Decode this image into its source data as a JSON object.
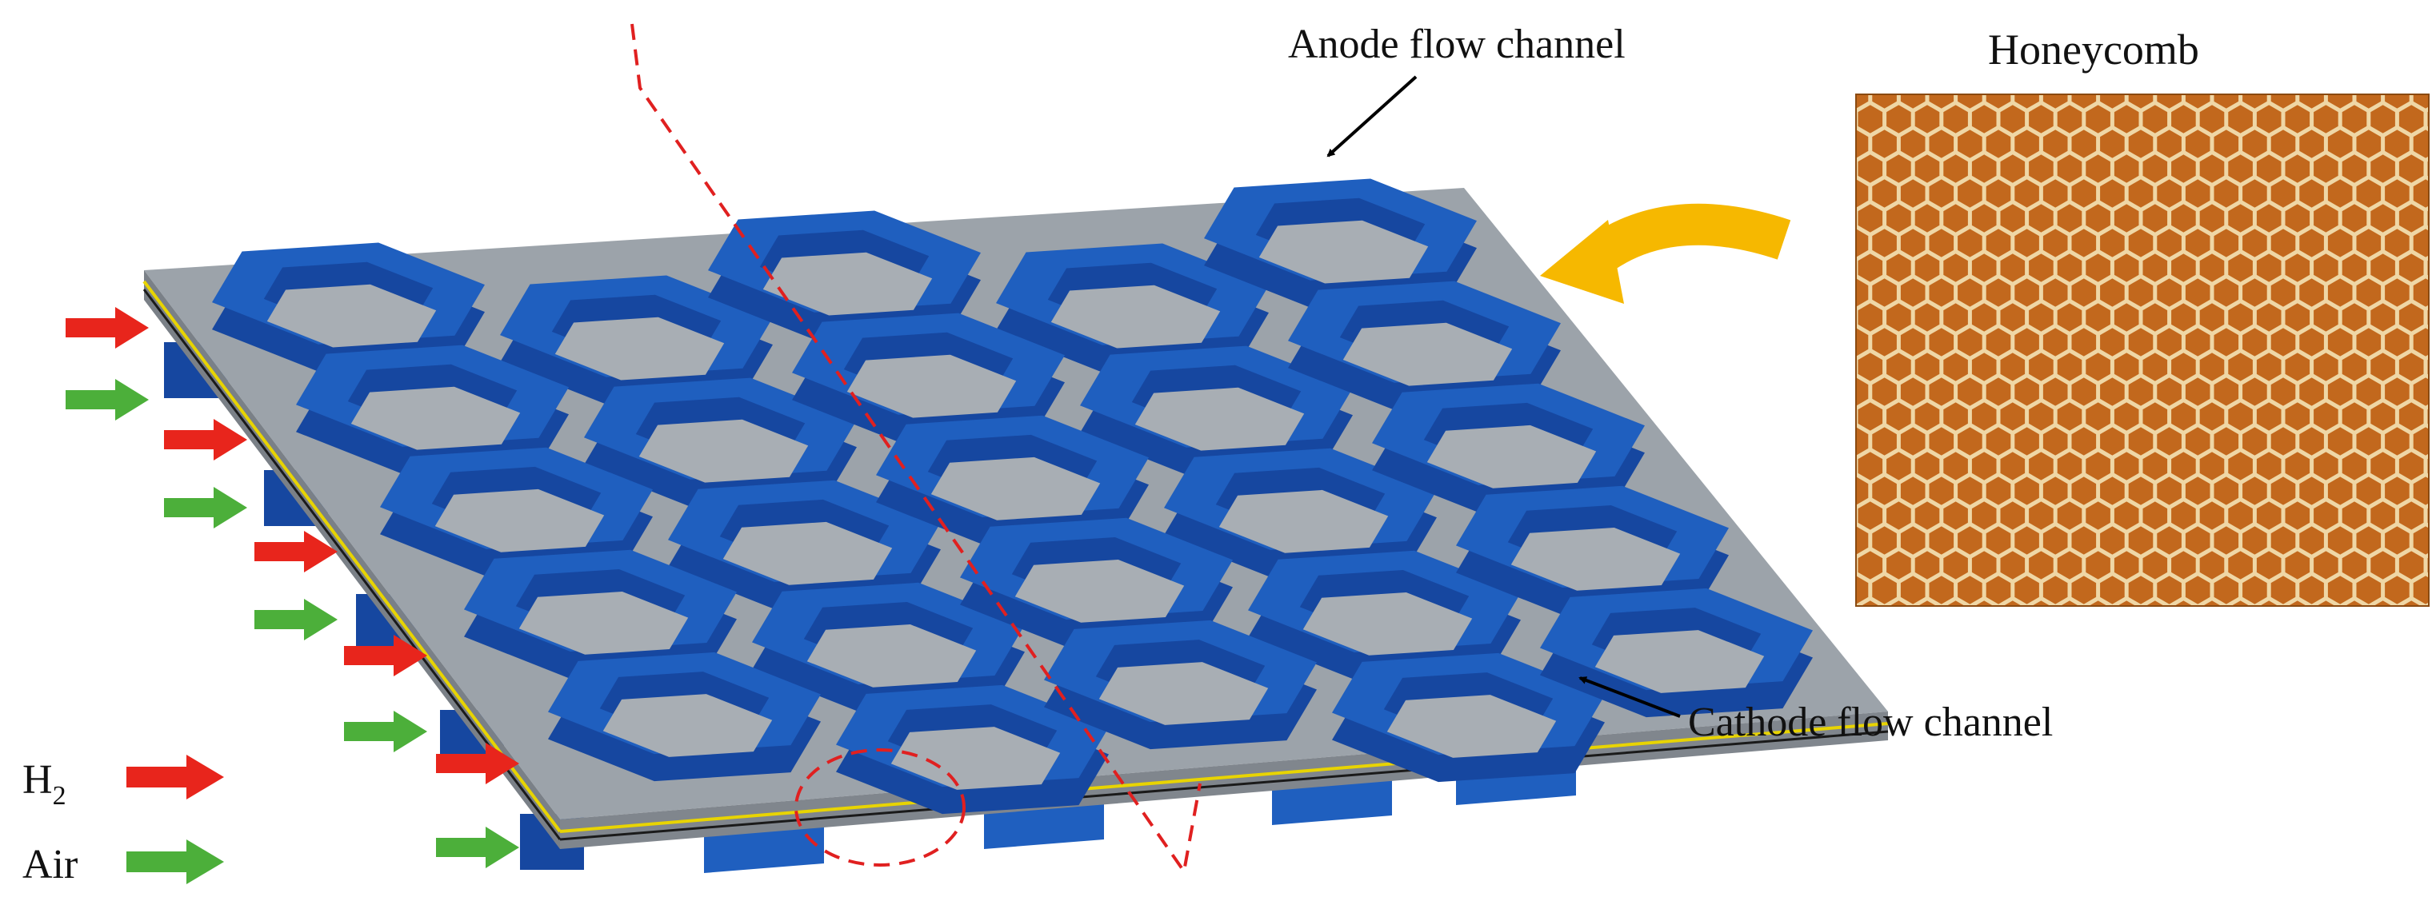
{
  "labels": {
    "anode": "Anode flow channel",
    "cathode": "Cathode flow channel",
    "honeycomb": "Honeycomb"
  },
  "legend": {
    "h2_main": "H",
    "h2_sub": "2",
    "air": "Air"
  },
  "colors": {
    "channel_blue": "#1f5fbf",
    "channel_dark": "#1647a0",
    "channel_light": "#3277d6",
    "plate_gray": "#9aa1a8",
    "floor_gray": "#a8aeb4",
    "membrane_yellow": "#e8d400",
    "h2_arrow": "#e8251c",
    "air_arrow": "#4caf3a",
    "curved_arrow": "#f6b800",
    "section_line": "#e02020",
    "honeycomb_cell": "#c2681d",
    "honeycomb_wall": "#efd7a6"
  },
  "icons": {
    "curved_arrow": "curved-arrow-icon",
    "pointer": "pointer-arrow-icon"
  }
}
